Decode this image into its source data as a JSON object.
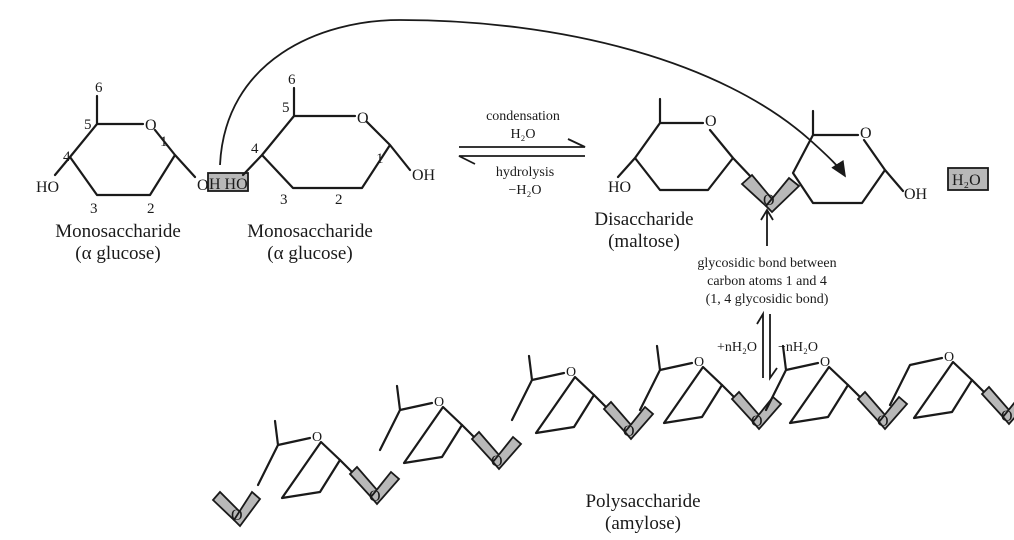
{
  "title": "Formation of glycosidic bonds: monosaccharide to disaccharide to polysaccharide",
  "monomer_left": {
    "name": "Monosaccharide",
    "subname": "(α glucose)",
    "ring_oxygen": "O",
    "hydroxyl_c4": "HO",
    "hydroxyl_c1": "O",
    "carbon_numbers": [
      "1",
      "2",
      "3",
      "4",
      "5",
      "6"
    ]
  },
  "monomer_right": {
    "name": "Monosaccharide",
    "subname": "(α glucose)",
    "ring_oxygen": "O",
    "hydroxyl_c1": "OH",
    "carbon_numbers": [
      "1",
      "2",
      "3",
      "4",
      "5",
      "6"
    ]
  },
  "water_box_left": "H HO",
  "reaction_1": {
    "forward_label": "condensation",
    "forward_sub": "H₂O",
    "reverse_label": "hydrolysis",
    "reverse_sub": "−H₂O"
  },
  "disaccharide": {
    "name": "Disaccharide",
    "subname": "(maltose)",
    "ring_oxygen": "O",
    "hydroxyl_left": "HO",
    "hydroxyl_right": "OH",
    "bridge_oxygen": "O"
  },
  "water_product": "H₂O",
  "bond_annotation": [
    "glycosidic bond between",
    "carbon atoms 1 and 4",
    "(1, 4 glycosidic bond)"
  ],
  "reaction_2": {
    "left_label": "+nH₂O",
    "right_label": "−nH₂O"
  },
  "polysaccharide": {
    "name": "Polysaccharide",
    "subname": "(amylose)",
    "ring_oxygen": "O",
    "bridge_oxygen": "O",
    "ring_count": 6
  }
}
